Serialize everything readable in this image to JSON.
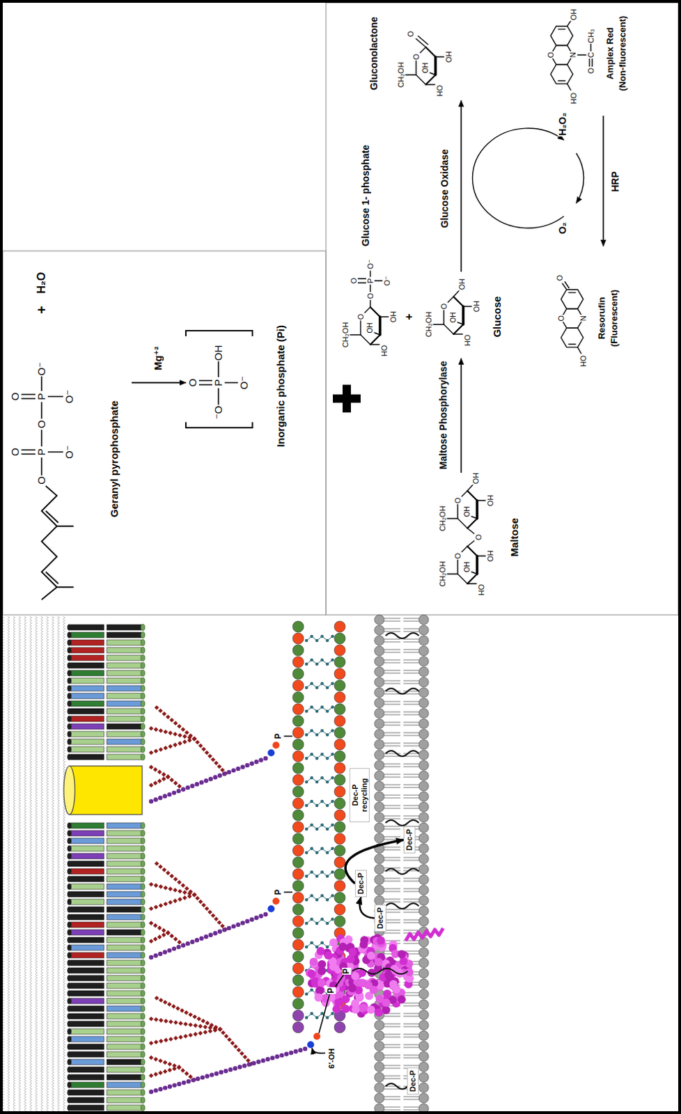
{
  "diagram": {
    "nodes": [
      {
        "text": [
          "Dec-P recycling"
        ]
      },
      {
        "text": [
          "Dec-P"
        ]
      },
      {
        "text": [
          "Dec-P"
        ]
      },
      {
        "text": [
          "Dec-P"
        ]
      },
      {
        "text": [
          "Dec-P"
        ]
      }
    ],
    "edges": [
      {
        "from": 2,
        "to": 3,
        "arrow": "to"
      },
      {
        "from": 3,
        "to": 4,
        "arrow": "to"
      }
    ],
    "labels": [
      "O",
      "P",
      "O",
      "P",
      "O⁻",
      "O",
      "O",
      "O⁻",
      "O⁻",
      "+",
      "H₂O",
      "Geranyl pyrophosphate",
      "Mg⁺²",
      "O",
      "⁻O",
      "P",
      "OH",
      "O⁻",
      "Inorganic phosphate (Pi)",
      "CH₂OH",
      "O",
      "HO",
      "OH",
      "OH",
      "O",
      "CH₂OH",
      "O",
      "OH",
      "OH",
      "OH",
      "Maltose",
      "Maltose Phosphorylase",
      "CH₂OH",
      "O",
      "HO",
      "OH",
      "OH",
      "O",
      "P",
      "O⁻",
      "O",
      "O⁻",
      "+",
      "CH₂OH",
      "O",
      "HO",
      "OH",
      "OH",
      "OH",
      "Glucose",
      "Glucose 1- phosphate",
      "Glucose Oxidase",
      "Gluconolactone",
      "CH₂OH",
      "O",
      "HO",
      "OH",
      "OH",
      "O",
      "O₂",
      "H₂O₂",
      "HRP",
      "HO",
      "O",
      "N",
      "O",
      "Resorufin",
      "(Fluorescent)",
      "HO",
      "O",
      "N",
      "C",
      "O",
      "CH₃",
      "OH",
      "Amplex Red",
      "(Non-fluorescent)",
      "6'-OH",
      "P",
      "P",
      "P",
      "P"
    ]
  }
}
